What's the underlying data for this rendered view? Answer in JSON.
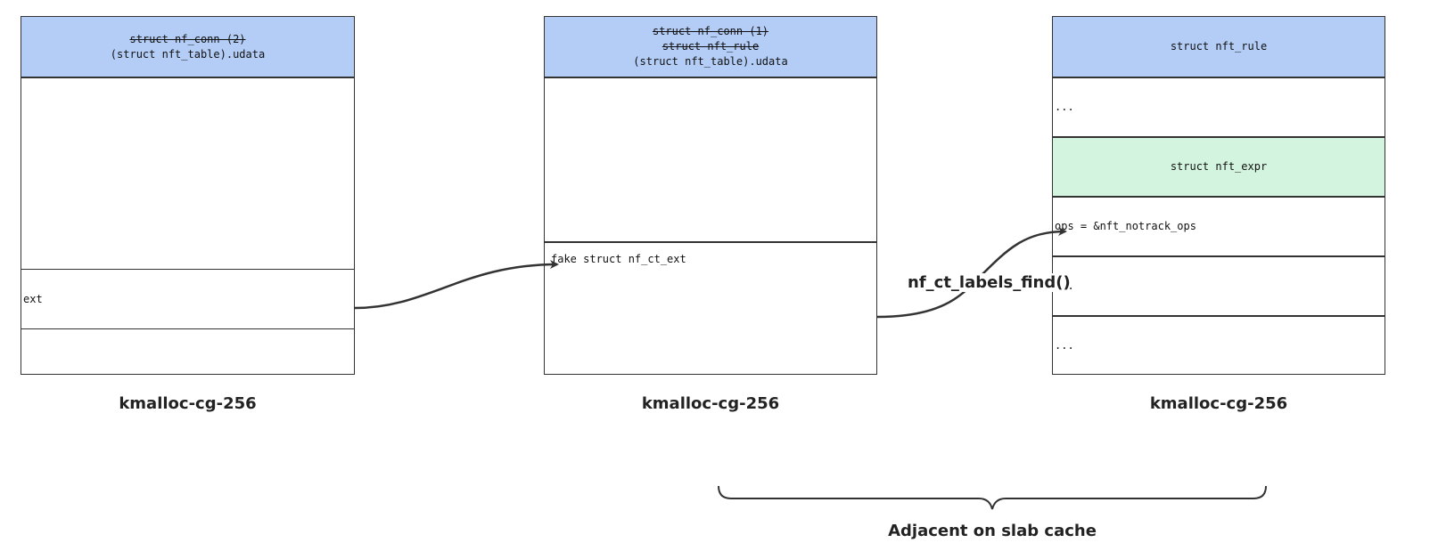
{
  "boxes": {
    "left": {
      "header_line1": "struct nf_conn (2)",
      "header_line2": "(struct nft_table).udata",
      "field_ext": "ext",
      "caption": "kmalloc-cg-256"
    },
    "middle": {
      "header_line1": "struct nf_conn (1)",
      "header_line2": "struct nft_rule",
      "header_line3": "(struct nft_table).udata",
      "field_fake": "fake struct nf_ct_ext",
      "caption": "kmalloc-cg-256"
    },
    "right": {
      "header": "struct nft_rule",
      "row1": "...",
      "expr_header": "struct nft_expr",
      "ops": "ops = &nft_notrack_ops",
      "row4": "...",
      "row5": "...",
      "caption": "kmalloc-cg-256"
    }
  },
  "edges": {
    "labels_find": "nf_ct_labels_find()"
  },
  "brace": {
    "label": "Adjacent on slab cache"
  }
}
